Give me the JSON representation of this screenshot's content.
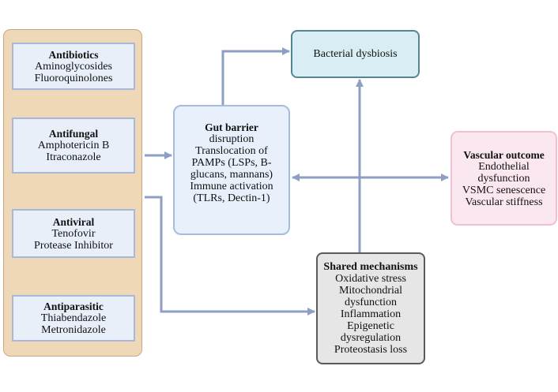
{
  "left_panel": {
    "drug_classes": [
      {
        "title": "Antibiotics",
        "items": [
          "Aminoglycosides",
          "Fluoroquinolones"
        ]
      },
      {
        "title": "Antifungal",
        "items": [
          "Amphotericin B",
          "Itraconazole"
        ]
      },
      {
        "title": "Antiviral",
        "items": [
          "Tenofovir",
          "Protease Inhibitor"
        ]
      },
      {
        "title": "Antiparasitic",
        "items": [
          "Thiabendazole",
          "Metronidazole"
        ]
      }
    ]
  },
  "gut_barrier": {
    "title": "Gut barrier",
    "lines": [
      "disruption",
      "Translocation of",
      "PAMPs (LSPs, B-",
      "glucans, mannans)",
      "Immune activation",
      "(TLRs, Dectin-1)"
    ]
  },
  "bacterial_dysbiosis": {
    "label": "Bacterial dysbiosis"
  },
  "vascular_outcome": {
    "title": "Vascular outcome",
    "lines": [
      "Endothelial",
      "dysfunction",
      "VSMC senescence",
      "Vascular stiffness"
    ]
  },
  "shared_mechanisms": {
    "title": "Shared mechanisms",
    "lines": [
      "Oxidative stress",
      "Mitochondrial",
      "dysfunction",
      "Inflammation",
      "Epigenetic",
      "dysregulation",
      "Proteostasis loss"
    ]
  },
  "colors": {
    "arrow": "#8e9fc3",
    "panel": "#efd8b8",
    "drug_box": "#e9eff9",
    "gut_box": "#e8f0fb",
    "bacterial_box": "#d9eef4",
    "vascular_box": "#fbe7ef",
    "shared_box": "#e6e6e6"
  }
}
